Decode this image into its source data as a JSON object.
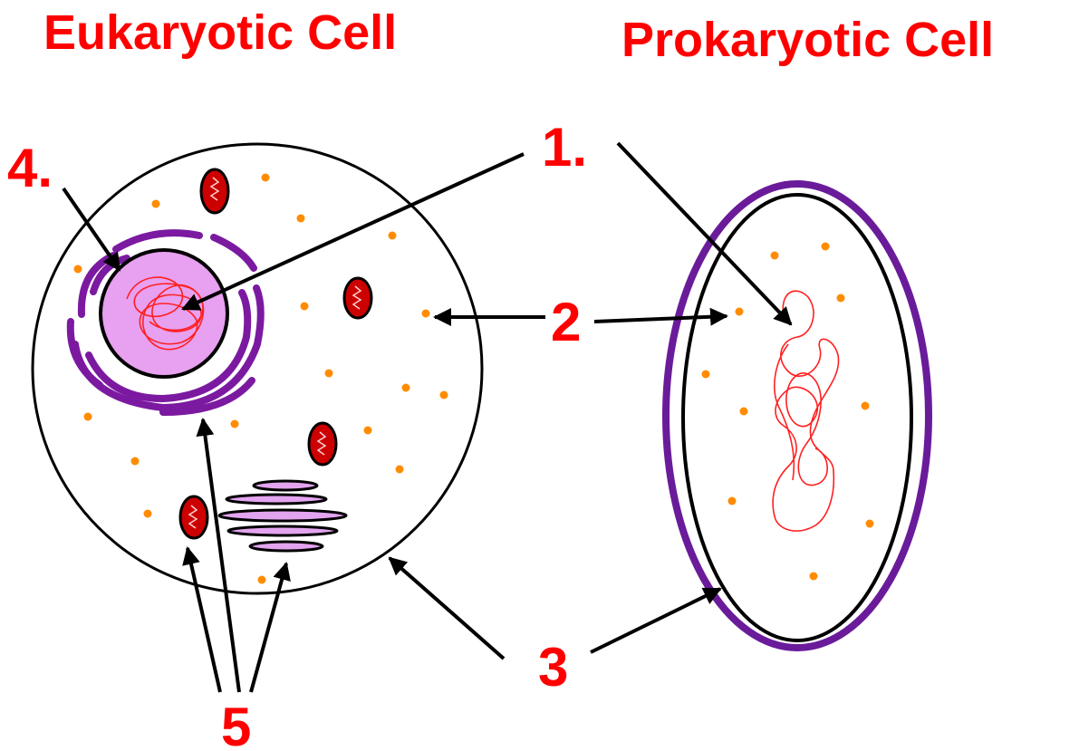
{
  "titles": {
    "eukaryotic": "Eukaryotic Cell",
    "prokaryotic": "Prokaryotic Cell"
  },
  "labels": {
    "one": "1.",
    "two": "2",
    "three": "3",
    "four": "4.",
    "five": "5"
  },
  "colors": {
    "label": "#ff0000",
    "outline": "#000000",
    "nucleus_fill": "#e8a0f0",
    "er_purple": "#7b1aa0",
    "cell_wall": "#6a1b9a",
    "dna": "#ff2020",
    "ribosome": "#ff8c00",
    "mitochondrion": "#cc0000",
    "golgi_fill": "#e3a4ef"
  }
}
